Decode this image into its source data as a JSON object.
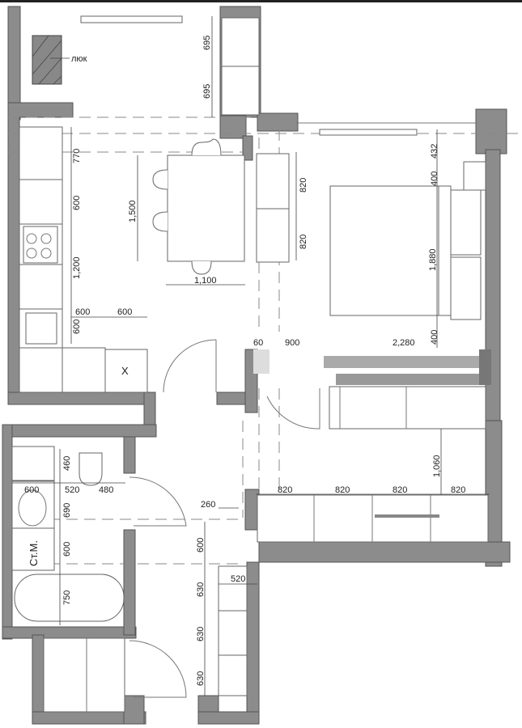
{
  "plan": {
    "annotations": {
      "hatch": "люк",
      "washer": "Ст.М.",
      "x_mark": "X"
    },
    "dims": {
      "balcony_a": "695",
      "balcony_b": "695",
      "kitchen_770": "770",
      "kitchen_600": "600",
      "kitchen_1200": "1,200",
      "kitchen_600b": "600",
      "kitchen_600c": "600",
      "kitchen_600d": "600",
      "table_1500": "1,500",
      "table_1100": "1,100",
      "door_60": "60",
      "door_900": "900",
      "bed_2280": "2,280",
      "bed_400b": "400",
      "bed_432": "432",
      "bed_400": "400",
      "bed_1880": "1,880",
      "shelf_820a": "820",
      "shelf_820b": "820",
      "sofa_1060": "1,060",
      "wardrobe_820_1": "820",
      "wardrobe_820_2": "820",
      "wardrobe_820_3": "820",
      "wardrobe_820_4": "820",
      "bath_460": "460",
      "bath_600": "600",
      "bath_520": "520",
      "bath_480": "480",
      "bath_690": "690",
      "bath_600b": "600",
      "bath_750": "750",
      "hall_260": "260",
      "hall_600": "600",
      "hall_630a": "630",
      "hall_630b": "630",
      "hall_630c": "630",
      "hall_520": "520"
    },
    "colors": {
      "wall": "#8c8c8c",
      "line": "#666666"
    }
  }
}
